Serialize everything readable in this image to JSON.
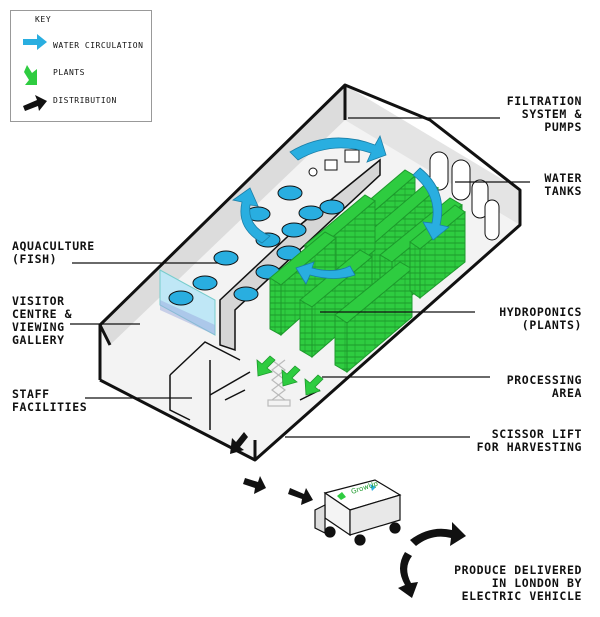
{
  "key": {
    "title": "KEY",
    "items": [
      {
        "label": "WATER CIRCULATION",
        "icon": "water-arrow-icon",
        "color": "#29aee0"
      },
      {
        "label": "PLANTS",
        "icon": "plants-arrow-icon",
        "color": "#2ecc40"
      },
      {
        "label": "DISTRIBUTION",
        "icon": "distribution-arrow-icon",
        "color": "#111111"
      }
    ]
  },
  "labels": {
    "filtration": "FILTRATION\nSYSTEM &\nPUMPS",
    "water_tanks": "WATER\nTANKS",
    "aquaculture": "AQUACULTURE\n(FISH)",
    "visitor": "VISITOR\nCENTRE &\nVIEWING\nGALLERY",
    "hydroponics": "HYDROPONICS\n(PLANTS)",
    "staff": "STAFF\nFACILITIES",
    "processing": "PROCESSING\nAREA",
    "scissor": "SCISSOR LIFT\nFOR HARVESTING",
    "produce": "PRODUCE DELIVERED\nIN LONDON BY\nELECTRIC VEHICLE"
  },
  "vehicle": {
    "brand": "GrowUp"
  },
  "colors": {
    "water": "#29aee0",
    "plants": "#2ecc40",
    "plant_dark": "#1d9a2c",
    "outline": "#111111"
  }
}
